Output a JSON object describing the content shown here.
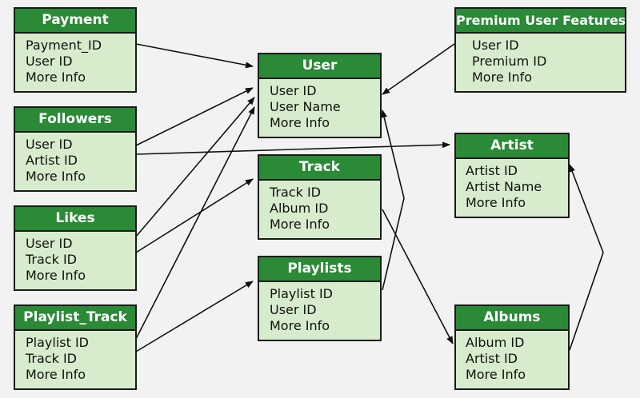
{
  "entities": {
    "payment": {
      "title": "Payment",
      "attrs": [
        "Payment_ID",
        "User ID",
        "More Info"
      ]
    },
    "followers": {
      "title": "Followers",
      "attrs": [
        "User ID",
        "Artist ID",
        "More Info"
      ]
    },
    "likes": {
      "title": "Likes",
      "attrs": [
        "User ID",
        "Track ID",
        "More Info"
      ]
    },
    "playlist_track": {
      "title": "Playlist_Track",
      "attrs": [
        "Playlist ID",
        "Track ID",
        "More Info"
      ]
    },
    "user": {
      "title": "User",
      "attrs": [
        "User ID",
        "User Name",
        "More Info"
      ]
    },
    "track": {
      "title": "Track",
      "attrs": [
        "Track ID",
        "Album ID",
        "More Info"
      ]
    },
    "playlists": {
      "title": "Playlists",
      "attrs": [
        "Playlist ID",
        "User ID",
        "More Info"
      ]
    },
    "premium": {
      "title": "Premium User Features",
      "attrs": [
        "User ID",
        "Premium ID",
        "More Info"
      ]
    },
    "artist": {
      "title": "Artist",
      "attrs": [
        "Artist ID",
        "Artist Name",
        "More Info"
      ]
    },
    "albums": {
      "title": "Albums",
      "attrs": [
        "Album ID",
        "Artist ID",
        "More Info"
      ]
    }
  },
  "colors": {
    "header": "#2a8a36",
    "body": "#d7eccc",
    "border": "#1a1a1a",
    "background": "#f2f2f2"
  }
}
